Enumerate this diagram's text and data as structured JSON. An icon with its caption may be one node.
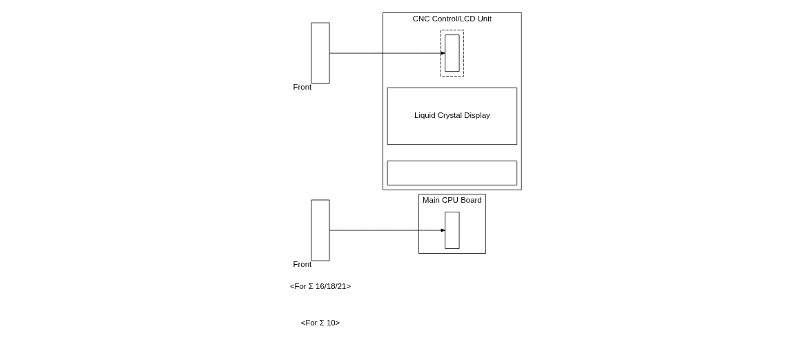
{
  "diagram": {
    "nodes": [
      {
        "text": [
          "Main CPU Board"
        ]
      },
      {
        "text": [],
        "shape": "box",
        "in": 0
      },
      {
        "text": [
          "Front"
        ]
      },
      {
        "text": [
          "CNC Control/LCD Unit"
        ]
      },
      {
        "text": [],
        "shape": "box",
        "in": 3
      },
      {
        "text": [],
        "shape": "box",
        "in": 4
      },
      {
        "text": [
          "Liquid Crystal Display"
        ],
        "in": 3
      },
      {
        "text": [],
        "shape": "box",
        "in": 3
      },
      {
        "text": [
          "Front"
        ]
      }
    ],
    "edges": [
      {
        "from": 2,
        "to": 1,
        "arrow": "to"
      },
      {
        "from": 8,
        "to": 5,
        "arrow": "to"
      }
    ],
    "labels": [
      "<For Σ 10>",
      "<For Σ 16/18/21>"
    ]
  }
}
